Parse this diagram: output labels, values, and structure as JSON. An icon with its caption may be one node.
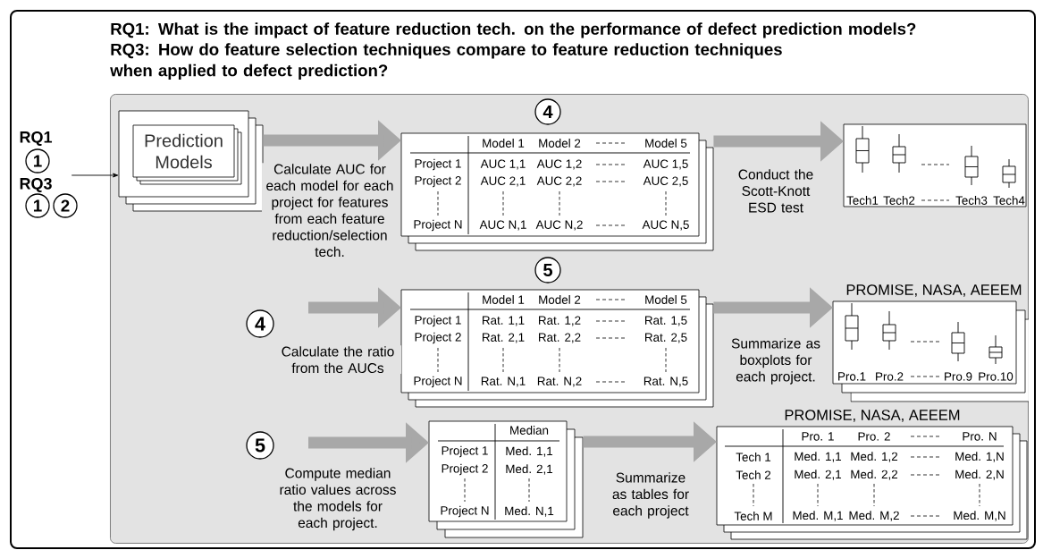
{
  "diagram": {
    "nodes": [
      {
        "text": [
          "RQ1: What is the impact of feature reduction tech. on the performance of defect prediction models?",
          "RQ3: How do feature selection techniques compare to feature reduction techniques when applied to defect prediction?"
        ]
      },
      {
        "text": [],
        "shape": "box",
        "in": 0
      },
      {
        "text": [
          "RQ1",
          "RQ3"
        ],
        "in": 0
      },
      {
        "text": [
          "1"
        ],
        "in": 0
      },
      {
        "text": [
          "1"
        ],
        "in": 0
      },
      {
        "text": [
          "2"
        ],
        "in": 0
      },
      {
        "text": [],
        "shape": "box",
        "in": 1
      },
      {
        "text": [
          "Prediction Models"
        ],
        "in": 6
      },
      {
        "text": [
          "4"
        ],
        "in": 1
      },
      {
        "text": [
          "Model 1",
          "Model 2",
          "Model 5",
          "Project 1",
          "AUC 1,1",
          "AUC 1,2",
          "AUC 1,5",
          "Project 2",
          "AUC 2,1",
          "AUC 2,2",
          "AUC 2,5",
          "Project N",
          "AUC N,1",
          "AUC N,2",
          "AUC N,5"
        ],
        "in": 1
      },
      {
        "text": [
          "Tech1",
          "Tech2",
          "Tech3",
          "Tech4"
        ],
        "in": 1
      },
      {
        "text": [
          "5"
        ],
        "in": 1
      },
      {
        "text": [
          "4"
        ],
        "in": 1
      },
      {
        "text": [
          "Model 1",
          "Model 2",
          "Model 5",
          "Project 1",
          "Rat. 1,1",
          "Rat. 1,2",
          "Rat. 1,5",
          "Project 2",
          "Rat. 2,1",
          "Rat. 2,2",
          "Rat. 2,5",
          "Project N",
          "Rat. N,1",
          "Rat. N,2",
          "Rat. N,5"
        ],
        "in": 1
      },
      {
        "text": [
          "Pro.1",
          "Pro.2",
          "Pro.9",
          "Pro.10"
        ],
        "beside": [
          "PROMISE, NASA, AEEEM"
        ],
        "in": 1
      },
      {
        "text": [
          "5"
        ],
        "in": 1
      },
      {
        "text": [
          "Median",
          "Project 1",
          "Med. 1,1",
          "Project 2",
          "Med. 2,1",
          "Project N",
          "Med. N,1"
        ],
        "in": 1
      },
      {
        "text": [
          "Pro. 1",
          "Pro. 2",
          "Pro. N",
          "Tech 1",
          "Med. 1,1",
          "Med. 1,2",
          "Med. 1,N",
          "Tech 2",
          "Med. 2,1",
          "Med. 2,2",
          "Med. 2,N",
          "Tech M",
          "Med. M,1",
          "Med. M,2",
          "Med. M,N"
        ],
        "beside": [
          "PROMISE, NASA, AEEEM"
        ],
        "in": 1
      }
    ],
    "edges": [
      {
        "from": 2,
        "to": 6,
        "arrow": "to",
        "color": "#000000"
      },
      {
        "from": 6,
        "to": 9,
        "arrow": "to",
        "label": "Calculate AUC for each model for each project for features from each feature reduction/selection tech."
      },
      {
        "from": 9,
        "to": 10,
        "arrow": "to",
        "label": "Conduct the Scott-Knott ESD test"
      },
      {
        "from": null,
        "to": 13,
        "arrow": "to",
        "label": "Calculate the ratio from the AUCs"
      },
      {
        "from": 13,
        "to": 14,
        "arrow": "to",
        "label": "Summarize as boxplots for each project."
      },
      {
        "from": null,
        "to": 16,
        "arrow": "to",
        "label": "Compute median ratio values across the models for each project."
      },
      {
        "from": 16,
        "to": 17,
        "arrow": "to",
        "label": "Summarize as tables for each project"
      }
    ]
  }
}
